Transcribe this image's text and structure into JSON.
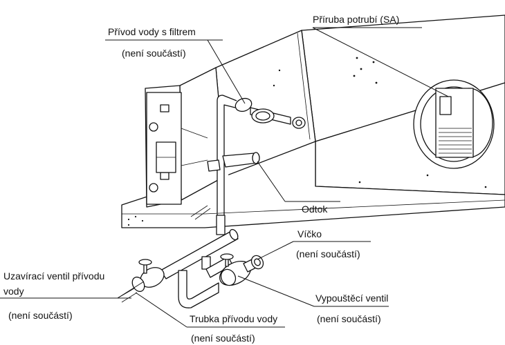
{
  "labels": {
    "flange": "Příruba potrubí (SA)",
    "water_inlet_filter": "Přívod vody s filtrem",
    "water_inlet_filter_note": "(není součástí)",
    "drain": "Odtok",
    "cap": "Víčko",
    "cap_note": "(není součástí)",
    "shutoff_valve_line1": "Uzavírací ventil přívodu",
    "shutoff_valve_line2": "vody",
    "shutoff_valve_note": "(není součástí)",
    "drain_valve": "Vypouštěcí ventil",
    "drain_valve_note": "(není součástí)",
    "supply_pipe": "Trubka přívodu vody",
    "supply_pipe_note": "(není součástí)"
  }
}
